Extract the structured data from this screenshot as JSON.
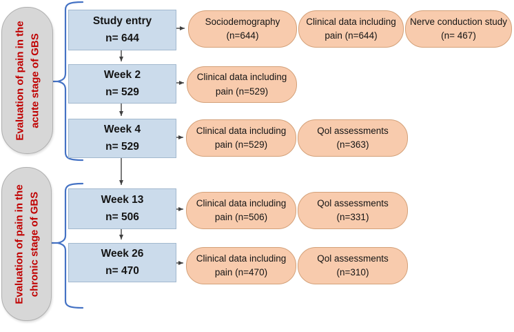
{
  "colors": {
    "box-fill": "#CBDBEB",
    "box-border": "#A2B8CE",
    "pill-fill": "#F8CBAD",
    "pill-border": "#D3A078",
    "stage-fill": "#D7D7D7",
    "stage-border": "#AFAFAF",
    "stage-text": "#C00000",
    "brace": "#4472C4",
    "arrow": "#404040"
  },
  "stages": [
    {
      "label": "Evaluation of pain in the\nacute stage of GBS"
    },
    {
      "label": "Evaluation of pain in the\nchronic stage of GBS"
    }
  ],
  "timepoints": [
    {
      "label": "Study entry\nn= 644",
      "assessments": [
        "Sociodemography\n(n=644)",
        "Clinical data including\npain (n=644)",
        "Nerve conduction study\n(n= 467)"
      ]
    },
    {
      "label": "Week 2\nn= 529",
      "assessments": [
        "Clinical data including\npain (n=529)"
      ]
    },
    {
      "label": "Week 4\nn= 529",
      "assessments": [
        "Clinical data including\npain (n=529)",
        "Qol assessments\n(n=363)"
      ]
    },
    {
      "label": "Week 13\nn= 506",
      "assessments": [
        "Clinical data including\npain (n=506)",
        "Qol assessments\n(n=331)"
      ]
    },
    {
      "label": "Week 26\nn= 470",
      "assessments": [
        "Clinical data including\npain (n=470)",
        "Qol assessments\n(n=310)"
      ]
    }
  ]
}
